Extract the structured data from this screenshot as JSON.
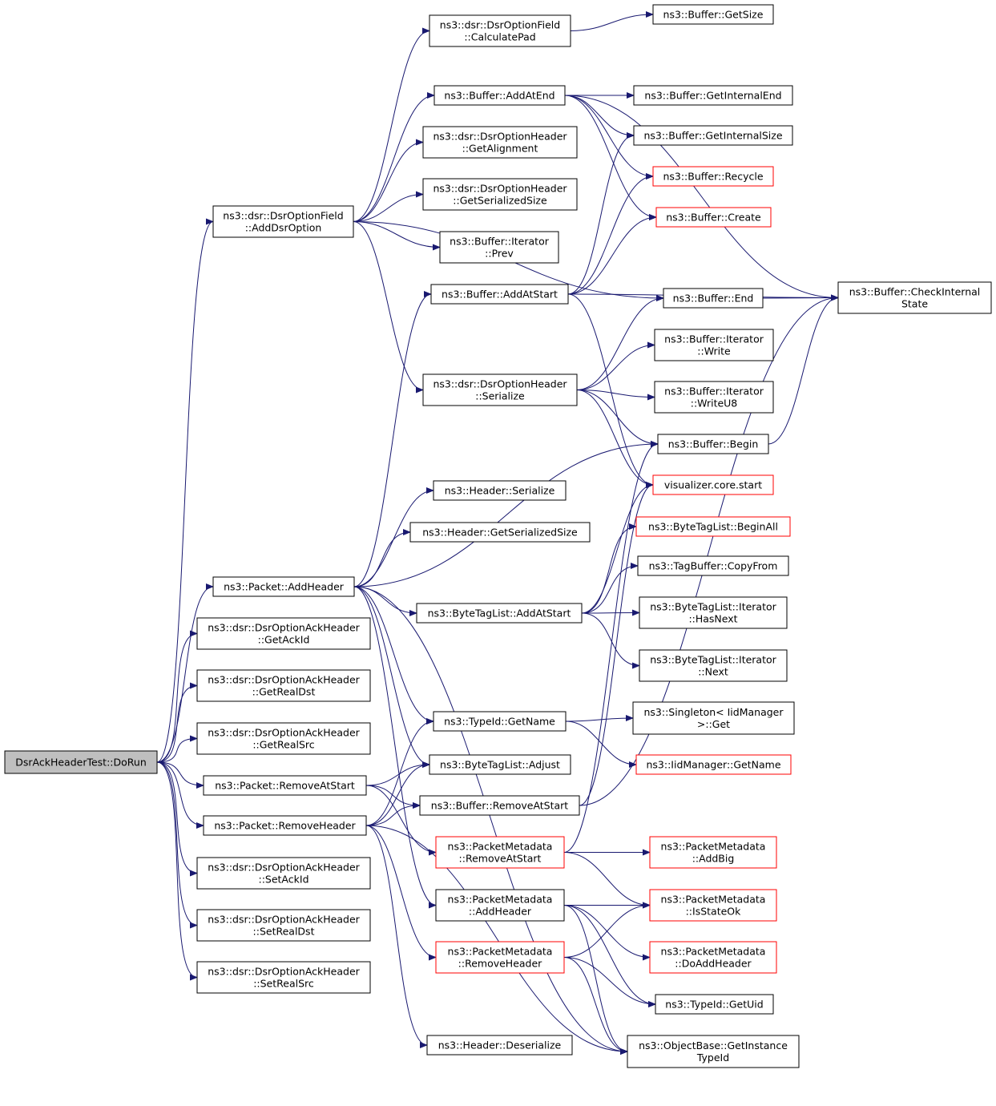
{
  "colors": {
    "edge": "#191970",
    "root_fill": "#bfbfbf",
    "highlight_border": "#ff0000",
    "border": "#000000"
  },
  "nodes": [
    {
      "id": "root",
      "lines": [
        "DsrAckHeaderTest::DoRun"
      ],
      "style": "root"
    },
    {
      "id": "addDsrOption",
      "lines": [
        "ns3::dsr::DsrOptionField",
        "::AddDsrOption"
      ]
    },
    {
      "id": "packetAddHeader",
      "lines": [
        "ns3::Packet::AddHeader"
      ]
    },
    {
      "id": "getAckId",
      "lines": [
        "ns3::dsr::DsrOptionAckHeader",
        "::GetAckId"
      ]
    },
    {
      "id": "getRealDst",
      "lines": [
        "ns3::dsr::DsrOptionAckHeader",
        "::GetRealDst"
      ]
    },
    {
      "id": "getRealSrc",
      "lines": [
        "ns3::dsr::DsrOptionAckHeader",
        "::GetRealSrc"
      ]
    },
    {
      "id": "packetRemoveAtStart",
      "lines": [
        "ns3::Packet::RemoveAtStart"
      ]
    },
    {
      "id": "packetRemoveHeader",
      "lines": [
        "ns3::Packet::RemoveHeader"
      ]
    },
    {
      "id": "setAckId",
      "lines": [
        "ns3::dsr::DsrOptionAckHeader",
        "::SetAckId"
      ]
    },
    {
      "id": "setRealDst",
      "lines": [
        "ns3::dsr::DsrOptionAckHeader",
        "::SetRealDst"
      ]
    },
    {
      "id": "setRealSrc",
      "lines": [
        "ns3::dsr::DsrOptionAckHeader",
        "::SetRealSrc"
      ]
    },
    {
      "id": "calculatePad",
      "lines": [
        "ns3::dsr::DsrOptionField",
        "::CalculatePad"
      ]
    },
    {
      "id": "bufferAddAtEnd",
      "lines": [
        "ns3::Buffer::AddAtEnd"
      ]
    },
    {
      "id": "getAlignment",
      "lines": [
        "ns3::dsr::DsrOptionHeader",
        "::GetAlignment"
      ]
    },
    {
      "id": "optHdrGetSerializedSize",
      "lines": [
        "ns3::dsr::DsrOptionHeader",
        "::GetSerializedSize"
      ]
    },
    {
      "id": "iteratorPrev",
      "lines": [
        "ns3::Buffer::Iterator",
        "::Prev"
      ]
    },
    {
      "id": "bufferAddAtStart",
      "lines": [
        "ns3::Buffer::AddAtStart"
      ]
    },
    {
      "id": "optHdrSerialize",
      "lines": [
        "ns3::dsr::DsrOptionHeader",
        "::Serialize"
      ]
    },
    {
      "id": "headerSerialize",
      "lines": [
        "ns3::Header::Serialize"
      ]
    },
    {
      "id": "headerGetSerializedSize",
      "lines": [
        "ns3::Header::GetSerializedSize"
      ]
    },
    {
      "id": "byteTagListAddAtStart",
      "lines": [
        "ns3::ByteTagList::AddAtStart"
      ]
    },
    {
      "id": "typeIdGetName",
      "lines": [
        "ns3::TypeId::GetName"
      ]
    },
    {
      "id": "byteTagListAdjust",
      "lines": [
        "ns3::ByteTagList::Adjust"
      ]
    },
    {
      "id": "bufferRemoveAtStart",
      "lines": [
        "ns3::Buffer::RemoveAtStart"
      ]
    },
    {
      "id": "pmRemoveAtStart",
      "lines": [
        "ns3::PacketMetadata",
        "::RemoveAtStart"
      ],
      "style": "red"
    },
    {
      "id": "pmAddHeader",
      "lines": [
        "ns3::PacketMetadata",
        "::AddHeader"
      ]
    },
    {
      "id": "pmRemoveHeader",
      "lines": [
        "ns3::PacketMetadata",
        "::RemoveHeader"
      ],
      "style": "red"
    },
    {
      "id": "headerDeserialize",
      "lines": [
        "ns3::Header::Deserialize"
      ]
    },
    {
      "id": "bufferGetSize",
      "lines": [
        "ns3::Buffer::GetSize"
      ]
    },
    {
      "id": "bufferGetInternalEnd",
      "lines": [
        "ns3::Buffer::GetInternalEnd"
      ]
    },
    {
      "id": "bufferGetInternalSize",
      "lines": [
        "ns3::Buffer::GetInternalSize"
      ]
    },
    {
      "id": "bufferRecycle",
      "lines": [
        "ns3::Buffer::Recycle"
      ],
      "style": "red"
    },
    {
      "id": "bufferCreate",
      "lines": [
        "ns3::Buffer::Create"
      ],
      "style": "red"
    },
    {
      "id": "bufferEnd",
      "lines": [
        "ns3::Buffer::End"
      ]
    },
    {
      "id": "bufferCheckInternalState",
      "lines": [
        "ns3::Buffer::CheckInternal",
        "State"
      ]
    },
    {
      "id": "iteratorWrite",
      "lines": [
        "ns3::Buffer::Iterator",
        "::Write"
      ]
    },
    {
      "id": "iteratorWriteU8",
      "lines": [
        "ns3::Buffer::Iterator",
        "::WriteU8"
      ]
    },
    {
      "id": "bufferBegin",
      "lines": [
        "ns3::Buffer::Begin"
      ]
    },
    {
      "id": "visualizerStart",
      "lines": [
        "visualizer.core.start"
      ],
      "style": "red"
    },
    {
      "id": "byteTagListBeginAll",
      "lines": [
        "ns3::ByteTagList::BeginAll"
      ],
      "style": "red"
    },
    {
      "id": "tagBufferCopyFrom",
      "lines": [
        "ns3::TagBuffer::CopyFrom"
      ]
    },
    {
      "id": "iterHasNext",
      "lines": [
        "ns3::ByteTagList::Iterator",
        "::HasNext"
      ]
    },
    {
      "id": "iterNext",
      "lines": [
        "ns3::ByteTagList::Iterator",
        "::Next"
      ]
    },
    {
      "id": "singletonGet",
      "lines": [
        "ns3::Singleton< IidManager",
        ">::Get"
      ]
    },
    {
      "id": "iidManagerGetName",
      "lines": [
        "ns3::IidManager::GetName"
      ],
      "style": "red"
    },
    {
      "id": "pmAddBig",
      "lines": [
        "ns3::PacketMetadata",
        "::AddBig"
      ],
      "style": "red"
    },
    {
      "id": "pmIsStateOk",
      "lines": [
        "ns3::PacketMetadata",
        "::IsStateOk"
      ],
      "style": "red"
    },
    {
      "id": "pmDoAddHeader",
      "lines": [
        "ns3::PacketMetadata",
        "::DoAddHeader"
      ],
      "style": "red"
    },
    {
      "id": "typeIdGetUid",
      "lines": [
        "ns3::TypeId::GetUid"
      ]
    },
    {
      "id": "objectBaseGetInstanceTypeId",
      "lines": [
        "ns3::ObjectBase::GetInstance",
        "TypeId"
      ]
    }
  ],
  "edges": [
    [
      "root",
      "addDsrOption"
    ],
    [
      "root",
      "packetAddHeader"
    ],
    [
      "root",
      "getAckId"
    ],
    [
      "root",
      "getRealDst"
    ],
    [
      "root",
      "getRealSrc"
    ],
    [
      "root",
      "packetRemoveAtStart"
    ],
    [
      "root",
      "packetRemoveHeader"
    ],
    [
      "root",
      "setAckId"
    ],
    [
      "root",
      "setRealDst"
    ],
    [
      "root",
      "setRealSrc"
    ],
    [
      "addDsrOption",
      "calculatePad"
    ],
    [
      "addDsrOption",
      "bufferAddAtEnd"
    ],
    [
      "addDsrOption",
      "getAlignment"
    ],
    [
      "addDsrOption",
      "optHdrGetSerializedSize"
    ],
    [
      "addDsrOption",
      "iteratorPrev"
    ],
    [
      "addDsrOption",
      "bufferEnd"
    ],
    [
      "addDsrOption",
      "optHdrSerialize"
    ],
    [
      "calculatePad",
      "bufferGetSize"
    ],
    [
      "bufferAddAtEnd",
      "bufferGetInternalEnd"
    ],
    [
      "bufferAddAtEnd",
      "bufferGetInternalSize"
    ],
    [
      "bufferAddAtEnd",
      "bufferRecycle"
    ],
    [
      "bufferAddAtEnd",
      "bufferCreate"
    ],
    [
      "bufferAddAtEnd",
      "bufferCheckInternalState"
    ],
    [
      "bufferAddAtStart",
      "bufferGetInternalSize"
    ],
    [
      "bufferAddAtStart",
      "bufferRecycle"
    ],
    [
      "bufferAddAtStart",
      "bufferCreate"
    ],
    [
      "bufferAddAtStart",
      "bufferCheckInternalState"
    ],
    [
      "bufferAddAtStart",
      "visualizerStart"
    ],
    [
      "bufferEnd",
      "bufferCheckInternalState"
    ],
    [
      "bufferBegin",
      "bufferCheckInternalState"
    ],
    [
      "optHdrSerialize",
      "bufferEnd"
    ],
    [
      "optHdrSerialize",
      "iteratorWrite"
    ],
    [
      "optHdrSerialize",
      "iteratorWriteU8"
    ],
    [
      "optHdrSerialize",
      "bufferBegin"
    ],
    [
      "optHdrSerialize",
      "visualizerStart"
    ],
    [
      "packetAddHeader",
      "bufferAddAtStart"
    ],
    [
      "packetAddHeader",
      "bufferBegin"
    ],
    [
      "packetAddHeader",
      "headerSerialize"
    ],
    [
      "packetAddHeader",
      "headerGetSerializedSize"
    ],
    [
      "packetAddHeader",
      "byteTagListAddAtStart"
    ],
    [
      "packetAddHeader",
      "typeIdGetName"
    ],
    [
      "packetAddHeader",
      "byteTagListAdjust"
    ],
    [
      "packetAddHeader",
      "pmAddHeader"
    ],
    [
      "packetAddHeader",
      "objectBaseGetInstanceTypeId"
    ],
    [
      "byteTagListAddAtStart",
      "byteTagListBeginAll"
    ],
    [
      "byteTagListAddAtStart",
      "tagBufferCopyFrom"
    ],
    [
      "byteTagListAddAtStart",
      "iterHasNext"
    ],
    [
      "byteTagListAddAtStart",
      "iterNext"
    ],
    [
      "byteTagListAddAtStart",
      "visualizerStart"
    ],
    [
      "typeIdGetName",
      "singletonGet"
    ],
    [
      "typeIdGetName",
      "iidManagerGetName"
    ],
    [
      "packetRemoveAtStart",
      "byteTagListAdjust"
    ],
    [
      "packetRemoveAtStart",
      "bufferRemoveAtStart"
    ],
    [
      "packetRemoveAtStart",
      "pmRemoveAtStart"
    ],
    [
      "packetRemoveHeader",
      "typeIdGetName"
    ],
    [
      "packetRemoveHeader",
      "byteTagListAdjust"
    ],
    [
      "packetRemoveHeader",
      "bufferRemoveAtStart"
    ],
    [
      "packetRemoveHeader",
      "pmRemoveHeader"
    ],
    [
      "packetRemoveHeader",
      "headerDeserialize"
    ],
    [
      "packetRemoveHeader",
      "objectBaseGetInstanceTypeId"
    ],
    [
      "bufferRemoveAtStart",
      "bufferCheckInternalState"
    ],
    [
      "bufferRemoveAtStart",
      "visualizerStart"
    ],
    [
      "pmRemoveAtStart",
      "pmAddBig"
    ],
    [
      "pmRemoveAtStart",
      "pmIsStateOk"
    ],
    [
      "pmRemoveAtStart",
      "bufferBegin"
    ],
    [
      "pmAddHeader",
      "pmIsStateOk"
    ],
    [
      "pmAddHeader",
      "pmDoAddHeader"
    ],
    [
      "pmAddHeader",
      "typeIdGetUid"
    ],
    [
      "pmAddHeader",
      "objectBaseGetInstanceTypeId"
    ],
    [
      "pmRemoveHeader",
      "pmIsStateOk"
    ],
    [
      "pmRemoveHeader",
      "typeIdGetUid"
    ],
    [
      "pmRemoveHeader",
      "objectBaseGetInstanceTypeId"
    ]
  ]
}
